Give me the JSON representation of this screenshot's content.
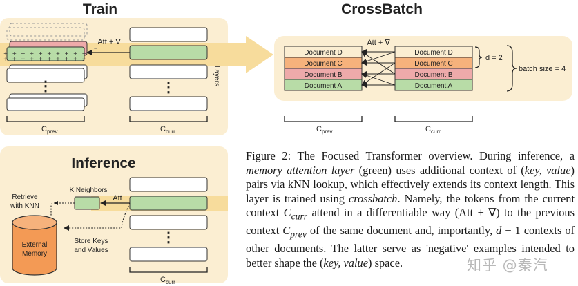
{
  "train": {
    "title": "Train",
    "att_label": "Att + ∇",
    "layers_label": "Layers",
    "prev_label": "C",
    "prev_sub": "prev",
    "curr_label": "C",
    "curr_sub": "curr"
  },
  "crossbatch": {
    "title": "CrossBatch",
    "att_label": "Att + ∇",
    "left_docs": [
      "Document D",
      "Document C",
      "Document B",
      "Document A"
    ],
    "right_docs": [
      "Document D",
      "Document C",
      "Document B",
      "Document A"
    ],
    "d_label": "d = 2",
    "batch_label": "batch size = 4",
    "prev_label": "C",
    "prev_sub": "prev",
    "curr_label": "C",
    "curr_sub": "curr"
  },
  "inference": {
    "title": "Inference",
    "k_neighbors": "K Neighbors",
    "retrieve_line1": "Retrieve",
    "retrieve_line2": "with KNN",
    "att_label": "Att",
    "store_line1": "Store Keys",
    "store_line2": "and Values",
    "memory_line1": "External",
    "memory_line2": "Memory",
    "curr_label": "C",
    "curr_sub": "curr"
  },
  "caption": {
    "p1": "Figure 2: The Focused Transformer overview. During inference, a ",
    "p2": "memory attention layer",
    "p3": " (green) uses additional context of (",
    "p4": "key, value",
    "p5": ") pairs via kNN lookup, which effectively extends its context length. This layer is trained using ",
    "p6": "crossbatch",
    "p7": ". Namely, the tokens from the current context ",
    "p8": "C",
    "p9": "curr",
    "p10": " attend in a differentiable way (Att + ∇) to the previous context ",
    "p11": "C",
    "p12": "prev",
    "p13": " of the same document and, importantly, ",
    "p14": "d",
    "p15": " − 1 contexts of other documents. The latter serve as 'negative' examples intended to better shape the (",
    "p16": "key, value",
    "p17": ") space."
  },
  "watermark": "知乎 @秦汽",
  "colors": {
    "panel_bg": "#fbeed2",
    "highlight_bg": "#f7dc9c",
    "green": "#b8dca7",
    "red": "#eeaaaa",
    "orange": "#f6b27c",
    "memory": "#f39a55"
  }
}
